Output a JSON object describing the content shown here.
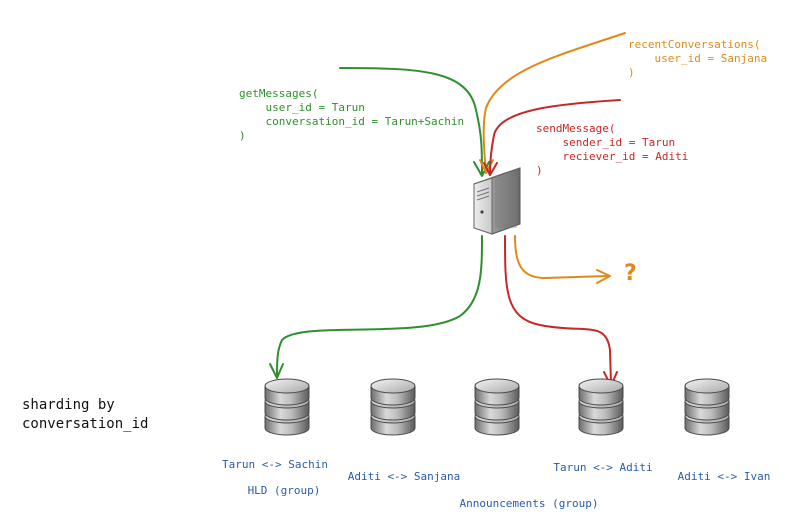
{
  "requests": {
    "get_messages": {
      "lines": [
        "getMessages(",
        "    user_id = Tarun",
        "    conversation_id = Tarun+Sachin",
        ")"
      ],
      "color": "#2f8f2f"
    },
    "recent_conversations": {
      "lines": [
        "recentConversations(",
        "    user_id = Sanjana",
        ")"
      ],
      "color": "#e0891a"
    },
    "send_message": {
      "lines": [
        "sendMessage(",
        "    sender_id = Tarun",
        "    reciever_id = Aditi",
        ")"
      ],
      "color": "#c62828"
    }
  },
  "server": {
    "icon": "server-tower-icon"
  },
  "unknown_target": {
    "symbol": "?",
    "color": "#e0891a"
  },
  "sharding": {
    "lines": [
      "sharding by",
      "conversation_id"
    ]
  },
  "shards": [
    {
      "icon": "database-icon",
      "label": "Tarun <-> Sachin"
    },
    {
      "icon": "database-icon",
      "label": "Aditi <-> Sanjana"
    },
    {
      "icon": "database-icon",
      "label": ""
    },
    {
      "icon": "database-icon",
      "label": "Tarun <-> Aditi"
    },
    {
      "icon": "database-icon",
      "label": "Aditi <-> Ivan"
    }
  ],
  "extra_labels": {
    "hld_group": "HLD (group)",
    "announcements_group": "Announcements (group)"
  },
  "colors": {
    "label_blue": "#2a5caa",
    "green": "#2f8f2f",
    "orange": "#e0891a",
    "red": "#c62828"
  }
}
